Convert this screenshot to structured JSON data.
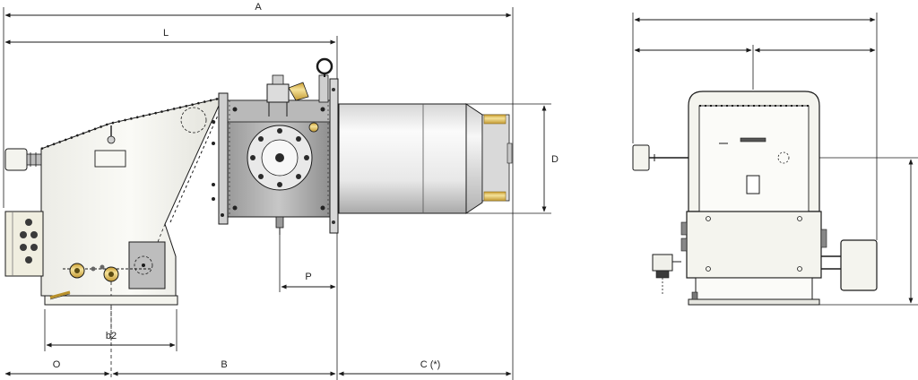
{
  "colors": {
    "line": "#1a1a1a",
    "casing_light": "#f4f4ef",
    "casing_shade": "#dcdcd4",
    "steel_dark": "#8c8c8c",
    "steel_mid": "#b5b5b5",
    "steel_light": "#e6e6e6",
    "brass": "#d9b44a",
    "brass_light": "#f3df94"
  },
  "dimensions": {
    "A": "A",
    "L": "L",
    "D": "D",
    "P": "P",
    "b2": "b2",
    "O": "O",
    "B": "B",
    "C": "C (*)"
  },
  "views": {
    "side": "side-view",
    "front": "front-view"
  }
}
